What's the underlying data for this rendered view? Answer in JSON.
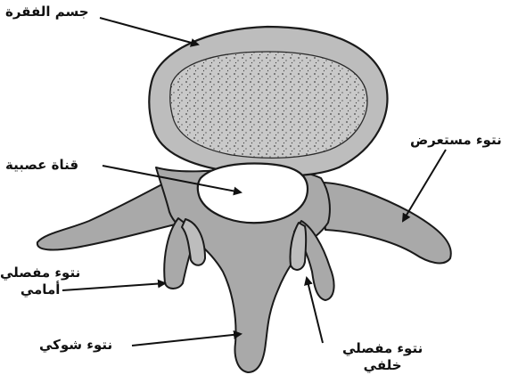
{
  "colors": {
    "bone": "#a9a9a9",
    "bone_light": "#d6d6d6",
    "outline": "#1a1a1a",
    "arrow": "#111111",
    "label": "#111111",
    "background": "#ffffff"
  },
  "labels": {
    "vertebral_body": "جسم الفقرة",
    "neural_canal": "قناة عصبية",
    "transverse_process": "نتوء مستعرض",
    "anterior_articular_line1": "نتوء مفصلي",
    "anterior_articular_line2": "أمامي",
    "spinous_process": "نتوء شوكي",
    "posterior_articular_line1": "نتوء مفصلي",
    "posterior_articular_line2": "خلفي"
  }
}
